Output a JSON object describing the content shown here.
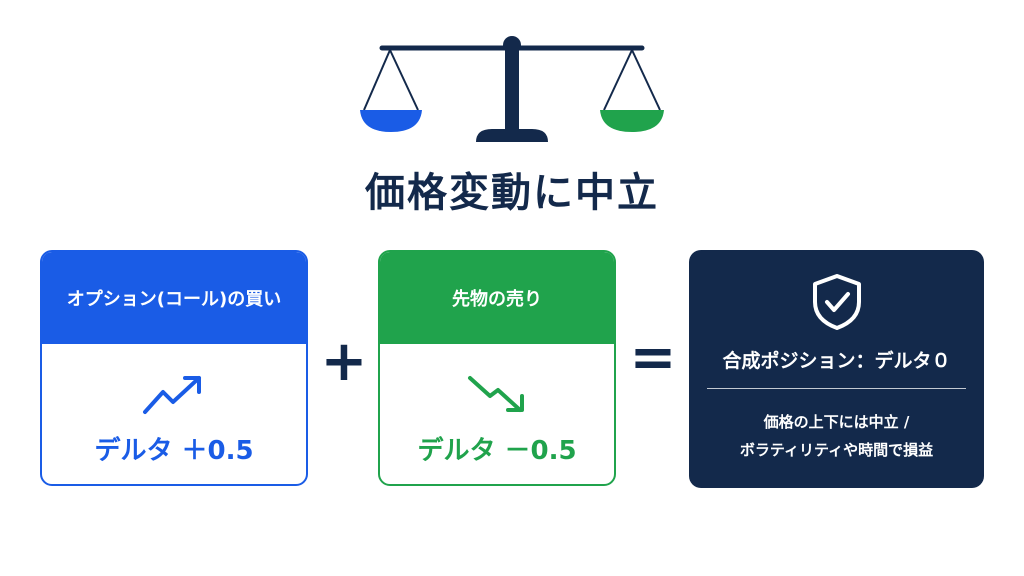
{
  "title": "価格変動に中立",
  "colors": {
    "navy": "#13294b",
    "blue": "#1a5ce6",
    "green": "#20a34c",
    "white": "#ffffff"
  },
  "scale_icon": {
    "name": "balance-scale-icon",
    "left_pan_color": "#1a5ce6",
    "right_pan_color": "#20a34c"
  },
  "cards": [
    {
      "header": "オプション(コール)の買い",
      "delta": "デルタ ＋0.5",
      "icon": "trend-up-icon",
      "color": "#1a5ce6"
    },
    {
      "header": "先物の売り",
      "delta": "デルタ －0.5",
      "icon": "trend-down-icon",
      "color": "#20a34c"
    }
  ],
  "operators": {
    "plus": "+",
    "equals": "="
  },
  "result": {
    "icon": "shield-check-icon",
    "title": "合成ポジション：デルタ０",
    "desc_line1": "価格の上下には中立 /",
    "desc_line2": "ボラティリティや時間で損益"
  }
}
